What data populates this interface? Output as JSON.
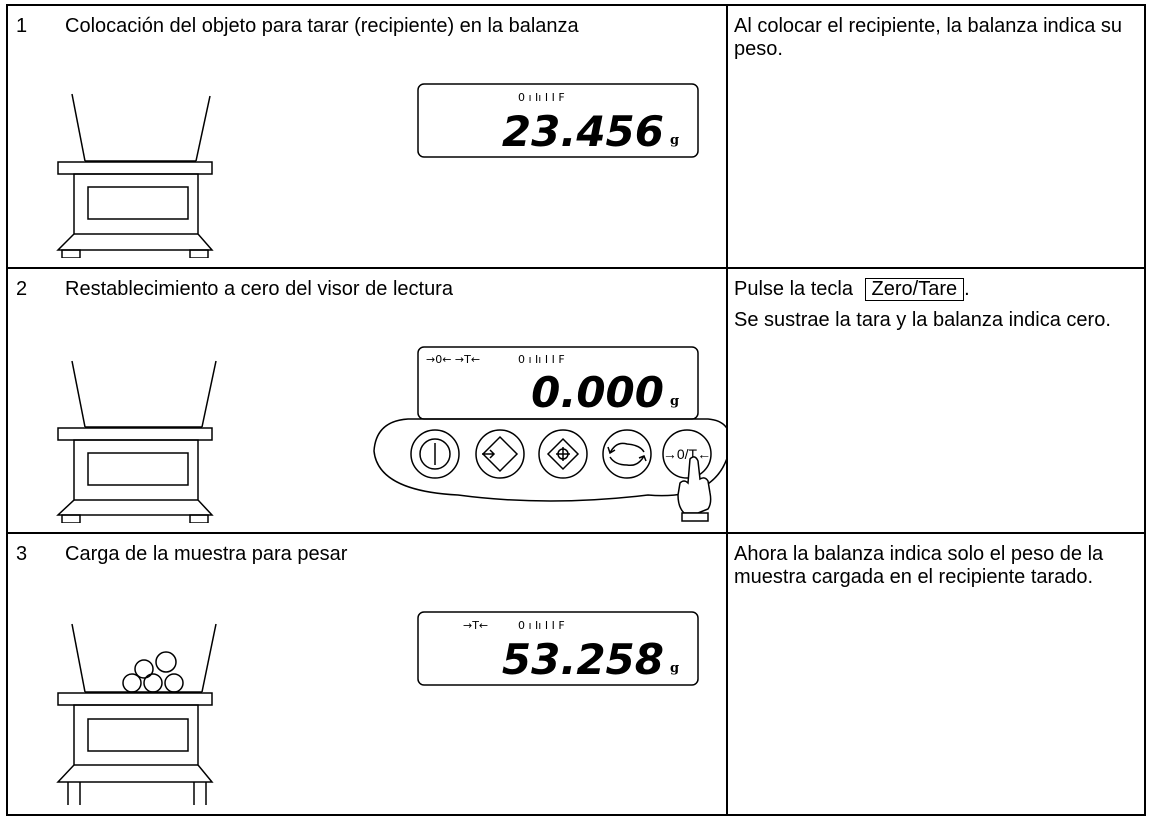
{
  "steps": [
    {
      "number": "1",
      "heading": "Colocación del objeto para tarar (recipiente) en la balanza",
      "display": {
        "ticks": "0 ı Iı I  I  F",
        "indicators": "",
        "reading": "23.456",
        "unit": "g"
      },
      "description": "Al colocar el recipiente, la balanza indica su peso."
    },
    {
      "number": "2",
      "heading": "Restablecimiento a cero del visor de lectura",
      "display": {
        "ticks": "0 ı Iı I  I  F",
        "indicators": "→0← →T←",
        "reading": "0.000",
        "unit": "g"
      },
      "description_pre": "Pulse la tecla",
      "key_label": "Zero/Tare",
      "description_post": ".",
      "description_line2": "Se sustrae la tara y la balanza indica cero.",
      "keypad": {
        "zero_tare_label": "→0/T←"
      }
    },
    {
      "number": "3",
      "heading": "Carga de la muestra para pesar",
      "display": {
        "ticks": "0 ı Iı I  I  F",
        "indicators": "→T←",
        "reading": "53.258",
        "unit": "g"
      },
      "description": "Ahora la balanza indica solo el peso de la muestra cargada en el recipiente tarado."
    }
  ]
}
